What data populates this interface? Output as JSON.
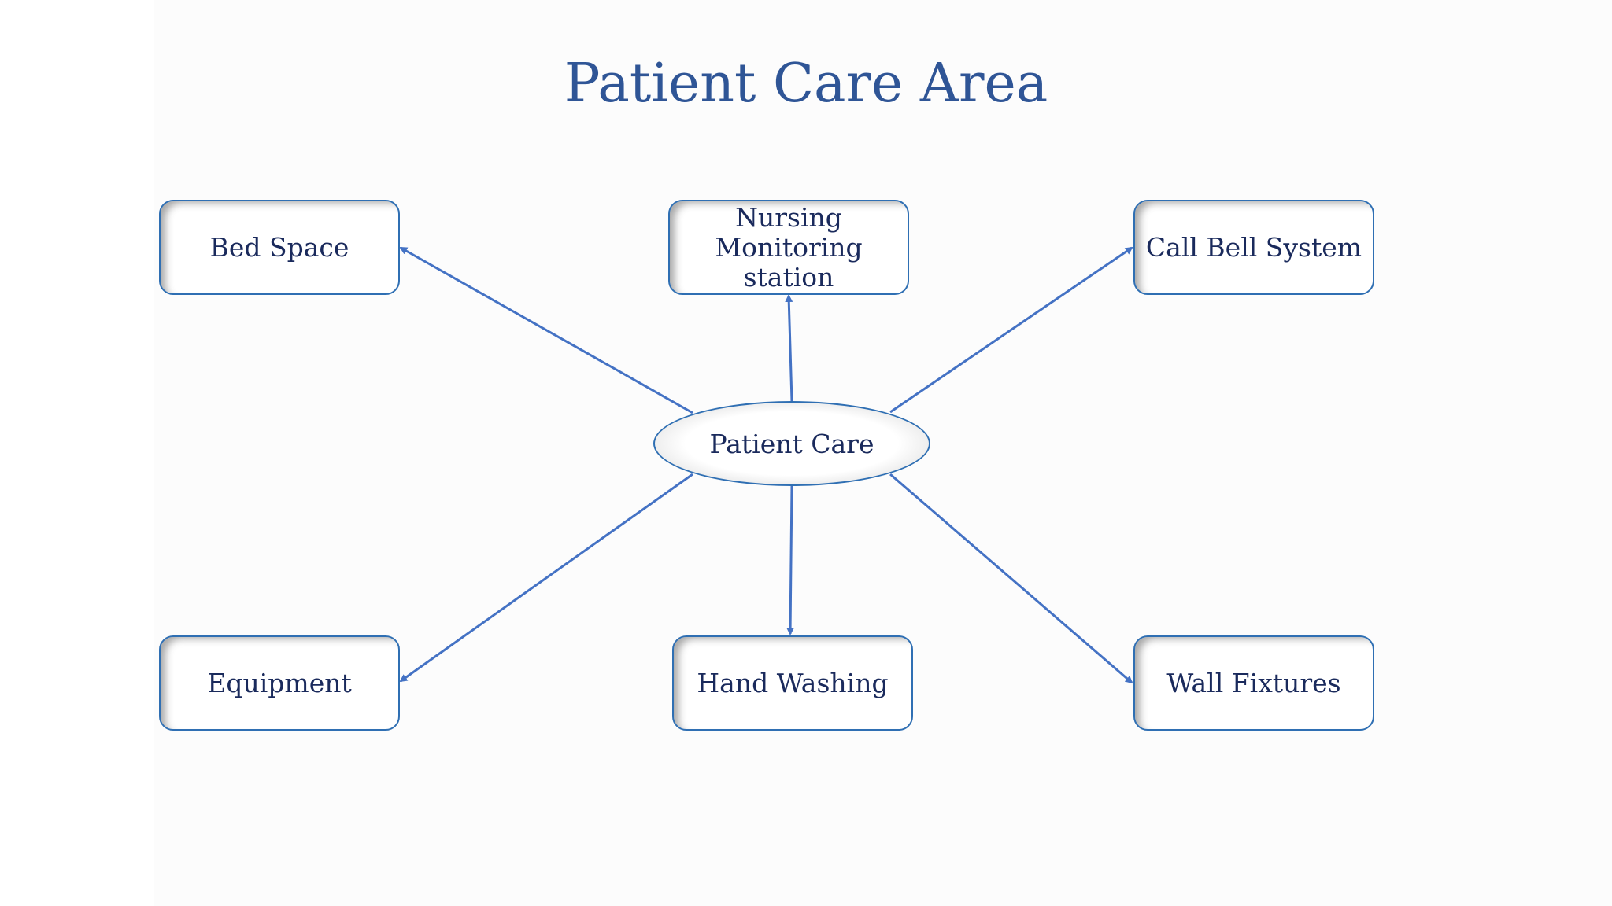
{
  "title": "Patient Care Area",
  "center": {
    "label": "Patient Care"
  },
  "nodes": {
    "bed_space": {
      "label": "Bed Space"
    },
    "nursing_station": {
      "line1": "Nursing",
      "line2": "Monitoring",
      "line3": "station"
    },
    "call_bell": {
      "label": "Call Bell System"
    },
    "equipment": {
      "label": "Equipment"
    },
    "hand_washing": {
      "label": "Hand Washing"
    },
    "wall_fixtures": {
      "label": "Wall Fixtures"
    }
  },
  "colors": {
    "title": "#2f5596",
    "border": "#2f6fb3",
    "arrow": "#4472c4",
    "text": "#1a2a5c"
  }
}
